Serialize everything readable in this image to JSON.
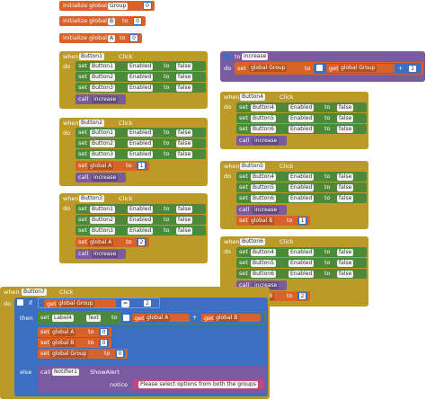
{
  "globals": [
    {
      "prefix": "initialize global",
      "name": "Group",
      "to": "to",
      "value": "0"
    },
    {
      "prefix": "initialize global",
      "name": "B",
      "to": "to",
      "value": "0"
    },
    {
      "prefix": "initialize global",
      "name": "A",
      "to": "to",
      "value": "0"
    }
  ],
  "kw": {
    "when": "when",
    "do": "do",
    "set": "set",
    "to": "to",
    "call": "call",
    "click": "Click",
    "enabled": "Enabled",
    "false": "false",
    "if": "if",
    "then": "then",
    "else": "else",
    "get": "get",
    "eq": "=",
    "plus": "+",
    "text": "Text",
    "showalert": "ShowAlert",
    "notice": "notice"
  },
  "proc_increase": {
    "name": "increase",
    "set_var": "global Group",
    "get_var": "global Group",
    "add": "1"
  },
  "btn1": {
    "button": "Button1",
    "rows": [
      "Button1",
      "Button2",
      "Button3"
    ],
    "call": "increase"
  },
  "btn2": {
    "button": "Button2",
    "rows": [
      "Button1",
      "Button2",
      "Button3"
    ],
    "setvar": "global A",
    "val": "1",
    "call": "increase"
  },
  "btn3": {
    "button": "Button3",
    "rows": [
      "Button1",
      "Button2",
      "Button3"
    ],
    "setvar": "global A",
    "val": "2",
    "call": "increase"
  },
  "btn4": {
    "button": "Button4",
    "rows": [
      "Button4",
      "Button5",
      "Button6"
    ],
    "call": "increase"
  },
  "btn5": {
    "button": "Button5",
    "rows": [
      "Button4",
      "Button5",
      "Button6"
    ],
    "call": "increase",
    "setvar": "global B",
    "val": "1"
  },
  "btn6": {
    "button": "Button6",
    "rows": [
      "Button4",
      "Button5",
      "Button6"
    ],
    "call": "increase",
    "setvar": "global B",
    "val": "2"
  },
  "btn7": {
    "button": "Button7",
    "if_var": "global Group",
    "if_val": "2",
    "label": "Label4",
    "get_a": "global A",
    "get_b": "global B",
    "resets": [
      {
        "var": "global A",
        "val": "0"
      },
      {
        "var": "global B",
        "val": "0"
      },
      {
        "var": "global Group",
        "val": "0"
      }
    ],
    "notifier": "Notifier1",
    "message": "Please select options from both the groups"
  }
}
